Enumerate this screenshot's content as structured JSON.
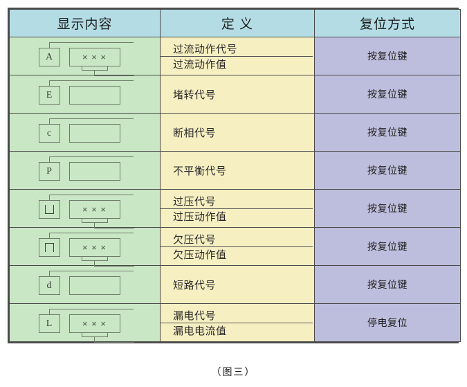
{
  "figure": {
    "caption": "（图三）"
  },
  "colors": {
    "header_bg": "#b3dce5",
    "display_col_bg": "#c9e6c5",
    "definition_col_bg": "#f6efc2",
    "reset_col_bg": "#bdbddd",
    "border": "#4a4a4a",
    "icon_stroke": "#6e7a6a"
  },
  "table": {
    "headers": [
      "显示内容",
      "定 义",
      "复位方式"
    ],
    "rows": [
      {
        "icon": {
          "letter": "A",
          "letter_type": "text",
          "value_box": "×  ×  ×",
          "has_values": true
        },
        "definitions": [
          "过流动作代号",
          "过流动作值"
        ],
        "reset": "按复位键"
      },
      {
        "icon": {
          "letter": "E",
          "letter_type": "text",
          "value_box": "",
          "has_values": false
        },
        "definitions": [
          "堵转代号"
        ],
        "reset": "按复位键"
      },
      {
        "icon": {
          "letter": "c",
          "letter_type": "text",
          "value_box": "",
          "has_values": false
        },
        "definitions": [
          "断相代号"
        ],
        "reset": "按复位键"
      },
      {
        "icon": {
          "letter": "P",
          "letter_type": "text",
          "value_box": "",
          "has_values": false
        },
        "definitions": [
          "不平衡代号"
        ],
        "reset": "按复位键"
      },
      {
        "icon": {
          "letter": "⊔",
          "letter_type": "u-shape",
          "value_box": "×  ×  ×",
          "has_values": true
        },
        "definitions": [
          "过压代号",
          "过压动作值"
        ],
        "reset": "按复位键"
      },
      {
        "icon": {
          "letter": "⊓",
          "letter_type": "n-shape",
          "value_box": "×  ×  ×",
          "has_values": true
        },
        "definitions": [
          "欠压代号",
          "欠压动作值"
        ],
        "reset": "按复位键"
      },
      {
        "icon": {
          "letter": "d",
          "letter_type": "text",
          "value_box": "",
          "has_values": false
        },
        "definitions": [
          "短路代号"
        ],
        "reset": "按复位键"
      },
      {
        "icon": {
          "letter": "L",
          "letter_type": "text",
          "value_box": "×  ×  ×",
          "has_values": true
        },
        "definitions": [
          "漏电代号",
          "漏电电流值"
        ],
        "reset": "停电复位"
      }
    ]
  }
}
